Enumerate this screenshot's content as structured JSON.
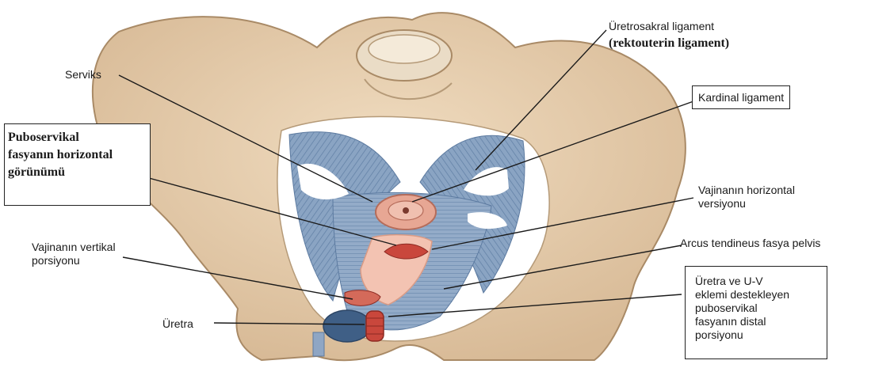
{
  "labels": {
    "uretrosakral_line1": "Üretrosakral ligament",
    "uretrosakral_line2": "(rektouterin ligament)",
    "serviks": "Serviks",
    "kardinal": "Kardinal ligament",
    "puboservikal_horizontal": "Puboservikal\nfasyanın horizontal\ngörünümü",
    "vajina_horizontal": "Vajinanın horizontal\nversiyonu",
    "arcus": "Arcus tendineus fasya pelvis",
    "vajina_vertikal": "Vajinanın vertikal\nporsiyonu",
    "uretra": "Üretra",
    "uretra_destek": "Üretra ve U-V\neklemi destekleyen\npuboservikal\nfasyanın distal\nporsiyonu"
  },
  "colors": {
    "bone": "#e6cfae",
    "bone_shadow": "#c9aa85",
    "ligament": "#7f9bbd",
    "ligament_light": "#a9bfd8",
    "vagina": "#f0b9a6",
    "cervix": "#d9826d",
    "leader_line": "#1a1a1a"
  }
}
